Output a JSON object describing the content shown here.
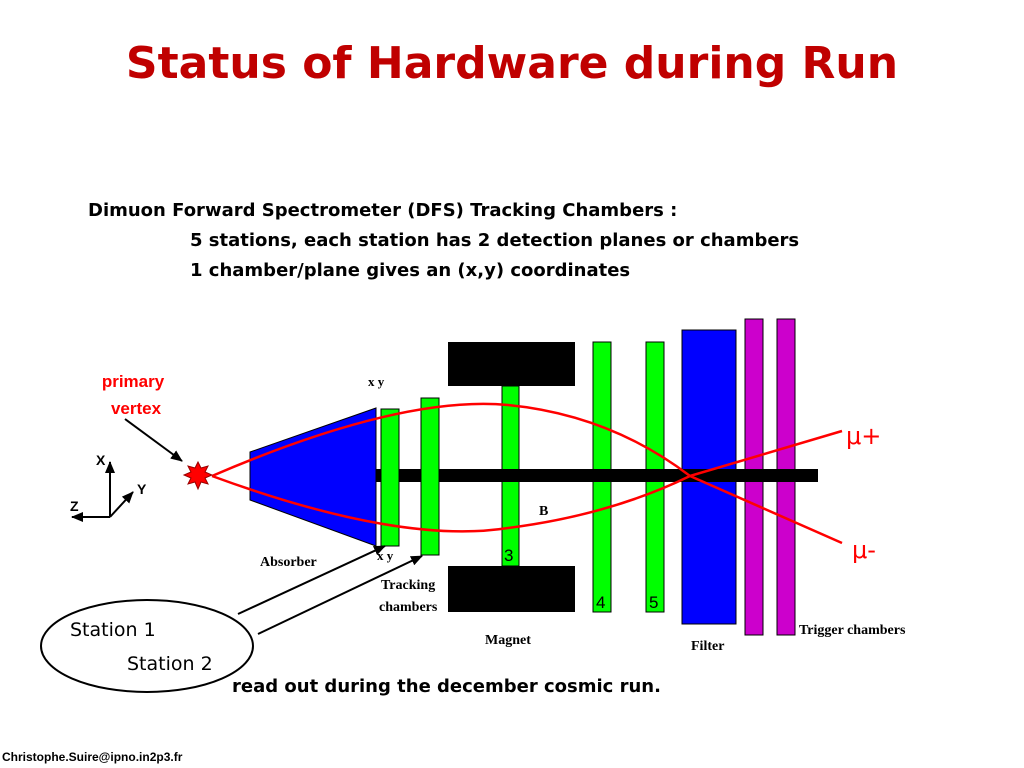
{
  "slide": {
    "title": "Status of Hardware during Run",
    "intro_line1": "Dimuon Forward Spectrometer (DFS) Tracking Chambers :",
    "intro_line2": "5 stations, each station has 2 detection planes or chambers",
    "intro_line3": "1 chamber/plane gives an (x,y) coordinates",
    "note": "read out during the december cosmic run.",
    "footer": "Christophe.Suire@ipno.in2p3.fr"
  },
  "diagram": {
    "primary_vertex_line1": "primary",
    "primary_vertex_line2": "vertex",
    "axis_x": "X",
    "axis_y": "Y",
    "axis_z": "Z",
    "label_xy_top": "x y",
    "label_xy_bottom": "x y",
    "label_absorber": "Absorber",
    "label_tracking_1": "Tracking",
    "label_tracking_2": "chambers",
    "label_magnet": "Magnet",
    "label_b": "B",
    "label_filter": "Filter",
    "label_trigger": "Trigger chambers",
    "label_mu_plus": "μ+",
    "label_mu_minus": "μ-",
    "station3": "3",
    "station4": "4",
    "station5": "5",
    "station1_label": "Station 1",
    "station2_label": "Station 2",
    "colors": {
      "absorber": "#0000ff",
      "chamber": "#00ff00",
      "trigger": "#cc00cc",
      "filter": "#0000ff",
      "tracks": "#ff0000",
      "beam": "#000000"
    }
  }
}
